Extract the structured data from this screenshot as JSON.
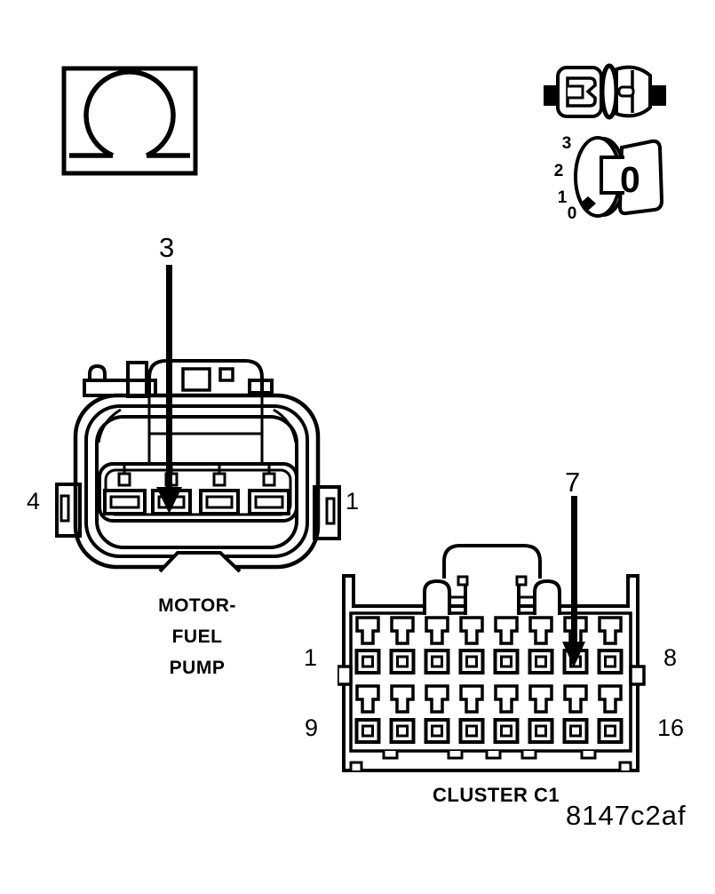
{
  "colors": {
    "line": "#000000",
    "background": "#ffffff"
  },
  "icons": {
    "ohmmeter_symbol": "Ω",
    "harness_connector_icon": "disconnected-connector",
    "ignition_switch_icon": "key-in-lock-cylinder"
  },
  "key_switch": {
    "positions": [
      "3",
      "2",
      "1",
      "0"
    ],
    "face_label": "0"
  },
  "probes": {
    "fuel_pump_pin": "3",
    "cluster_pin": "7"
  },
  "fuel_pump_connector": {
    "left_pin": "4",
    "right_pin": "1",
    "label_lines": [
      "MOTOR-",
      "FUEL",
      "PUMP"
    ]
  },
  "cluster_connector": {
    "top_row_left": "1",
    "top_row_right": "8",
    "bottom_row_left": "9",
    "bottom_row_right": "16",
    "label": "CLUSTER C1"
  },
  "figure_code": "8147c2af"
}
